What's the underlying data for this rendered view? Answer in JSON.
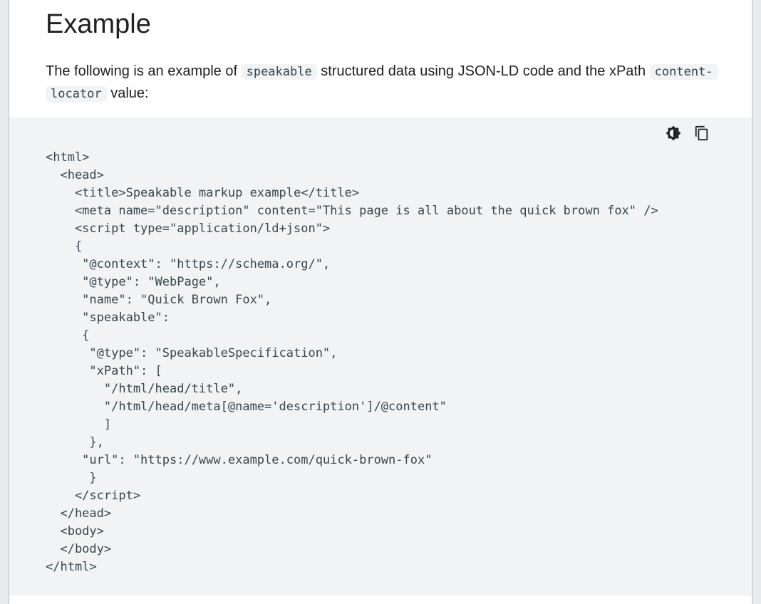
{
  "page": {
    "heading": "Example",
    "paragraph": {
      "segments": [
        {
          "type": "text",
          "value": "The following is an example of "
        },
        {
          "type": "code",
          "value": "speakable"
        },
        {
          "type": "text",
          "value": " structured data using JSON-LD code and the xPath "
        },
        {
          "type": "code",
          "value": "content-locator"
        },
        {
          "type": "text",
          "value": " value:"
        }
      ]
    }
  },
  "code_block": {
    "toolbar": {
      "icons": [
        "dark-code-theme-toggle-icon",
        "copy-code-icon"
      ]
    },
    "lines": [
      "<html>",
      "  <head>",
      "    <title>Speakable markup example</title>",
      "    <meta name=\"description\" content=\"This page is all about the quick brown fox\" />",
      "    <script type=\"application/ld+json\">",
      "    {",
      "     \"@context\": \"https://schema.org/\",",
      "     \"@type\": \"WebPage\",",
      "     \"name\": \"Quick Brown Fox\",",
      "     \"speakable\":",
      "     {",
      "      \"@type\": \"SpeakableSpecification\",",
      "      \"xPath\": [",
      "        \"/html/head/title\",",
      "        \"/html/head/meta[@name='description']/@content\"",
      "        ]",
      "      },",
      "     \"url\": \"https://www.example.com/quick-brown-fox\"",
      "      }",
      "    </script>",
      "  </head>",
      "  <body>",
      "  </body>",
      "</html>"
    ]
  },
  "colors": {
    "code_background": "#f1f3f4",
    "code_text": "#37474f",
    "body_text": "#202124",
    "inline_code_background": "#f1f3f4",
    "inline_code_text": "#37474f",
    "gutter_background": "#e8eaec",
    "gutter_border": "#d2d5d9",
    "icon": "#202124"
  }
}
